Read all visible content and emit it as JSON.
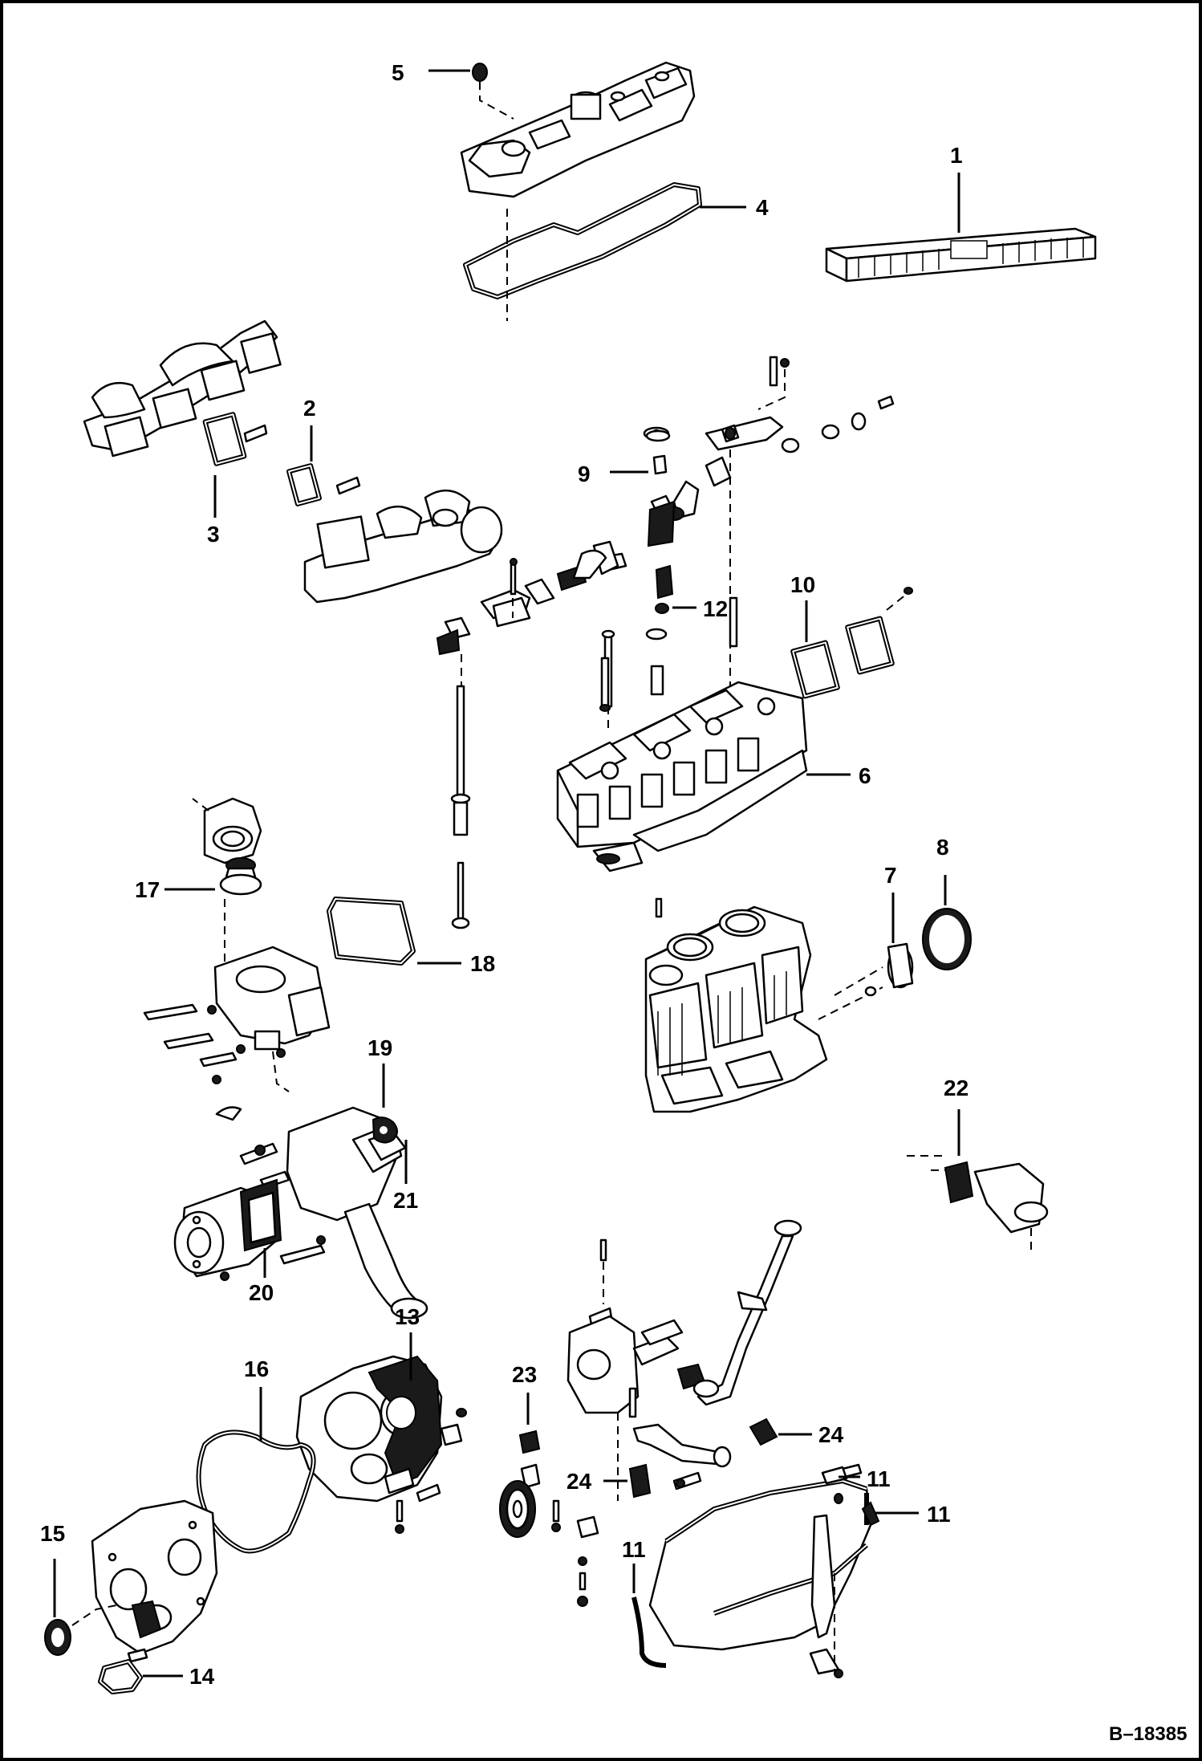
{
  "reference_code": "B–18385",
  "callouts": {
    "c1": "1",
    "c2": "2",
    "c3": "3",
    "c4": "4",
    "c5": "5",
    "c6": "6",
    "c7": "7",
    "c8": "8",
    "c9": "9",
    "c10": "10",
    "c11a": "11",
    "c11b": "11",
    "c11c": "11",
    "c12": "12",
    "c13": "13",
    "c14": "14",
    "c15": "15",
    "c16": "16",
    "c17": "17",
    "c18": "18",
    "c19": "19",
    "c20": "20",
    "c21": "21",
    "c22": "22",
    "c23": "23",
    "c24a": "24",
    "c24b": "24"
  },
  "colors": {
    "ink": "#000000",
    "paper": "#ffffff"
  }
}
